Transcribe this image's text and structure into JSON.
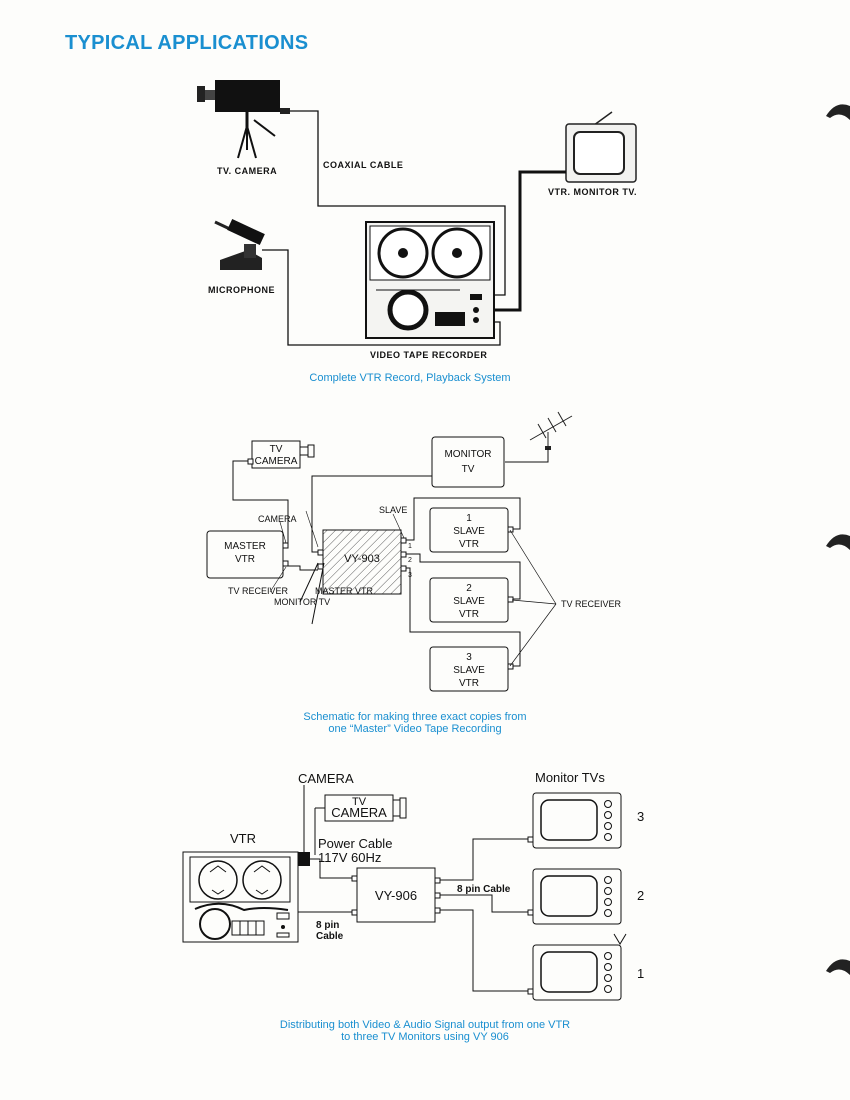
{
  "page": {
    "title": "TYPICAL APPLICATIONS"
  },
  "section1": {
    "labels": {
      "camera": "TV. CAMERA",
      "cable": "COAXIAL CABLE",
      "monitor": "VTR. MONITOR TV.",
      "microphone": "MICROPHONE",
      "recorder": "VIDEO TAPE RECORDER"
    },
    "caption": "Complete VTR Record, Playback System"
  },
  "section2": {
    "tv_camera_l1": "TV",
    "tv_camera_l2": "CAMERA",
    "monitor_l1": "MONITOR",
    "monitor_l2": "TV",
    "master_l1": "MASTER",
    "master_l2": "VTR",
    "camera_port": "CAMERA",
    "slave_port": "SLAVE",
    "device": "VY-903",
    "tv_receiver_left": "TV RECEIVER",
    "master_vtr_port": "MASTER VTR",
    "monitor_tv_port": "MONITOR TV",
    "tv_receiver_right": "TV RECEIVER",
    "port_1": "1",
    "port_2": "2",
    "port_3": "3",
    "slaves": [
      {
        "num": "1",
        "l1": "SLAVE",
        "l2": "VTR"
      },
      {
        "num": "2",
        "l1": "SLAVE",
        "l2": "VTR"
      },
      {
        "num": "3",
        "l1": "SLAVE",
        "l2": "VTR"
      }
    ],
    "caption_l1": "Schematic for making three exact copies from",
    "caption_l2": "one “Master” Video Tape Recording"
  },
  "section3": {
    "camera_header": "CAMERA",
    "tv_camera_l1": "TV",
    "tv_camera_l2": "CAMERA",
    "vtr": "VTR",
    "monitor_header": "Monitor TVs",
    "power_l1": "Power Cable",
    "power_l2": "117V  60Hz",
    "device": "VY-906",
    "cable_8pin": "8 pin Cable",
    "cable_8pin_l1": "8 pin",
    "cable_8pin_l2": "Cable",
    "monitor_numbers": [
      "3",
      "2",
      "1"
    ],
    "caption_l1": "Distributing both Video & Audio Signal output from one VTR",
    "caption_l2": "to three TV Monitors using VY 906"
  }
}
